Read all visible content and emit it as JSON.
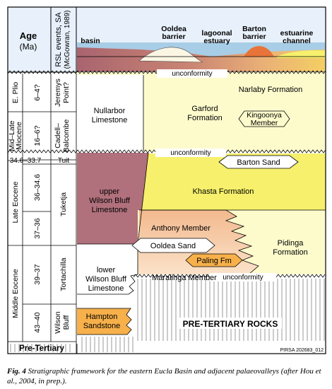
{
  "header": {
    "age_label": "Age",
    "age_unit": "(Ma)",
    "rsl_label_1": "RSL events, SA",
    "rsl_label_2": "(McGowran, 1989)",
    "env_basin": "basin",
    "env_ooldea_1": "Ooldea",
    "env_ooldea_2": "barrier",
    "env_lagoonal_1": "lagoonal",
    "env_lagoonal_2": "estuary",
    "env_barton_1": "Barton",
    "env_barton_2": "barrier",
    "env_estuarine_1": "estuarine",
    "env_estuarine_2": "channel"
  },
  "epochs": {
    "e_plio": "E. Plio",
    "mid_late_miocene_1": "Mid–Late",
    "mid_late_miocene_2": "Miocene",
    "late_eocene": "Late Eocene",
    "middle_eocene": "Middle Eocene",
    "pre_tertiary": "Pre-Tertiary"
  },
  "ages": {
    "a1": "6–4?",
    "a2": "16–6?",
    "a3": "34.6–33.7",
    "a4": "36–34.6",
    "a5": "37–36",
    "a6": "39–37",
    "a7": "43–40"
  },
  "events": {
    "jeremys_1": "Jeremys",
    "jeremys_2": "Point?",
    "cadell_1": "Cadell–",
    "cadell_2": "Balcombe",
    "tuit": "Tuit",
    "tuketja": "Tuketja",
    "tortachilla": "Tortachilla",
    "wilson_1": "Wilson",
    "wilson_2": "Bluff"
  },
  "units": {
    "unconformity": "unconformity",
    "narlaby": "Narlaby Formation",
    "nullarbor_1": "Nullarbor",
    "nullarbor_2": "Limestone",
    "garford_1": "Garford",
    "garford_2": "Formation",
    "kingoonya_1": "Kingoonya",
    "kingoonya_2": "Member",
    "barton_sand": "Barton Sand",
    "khasta": "Khasta Formation",
    "upper_wb_1": "upper",
    "upper_wb_2": "Wilson Bluff",
    "upper_wb_3": "Limestone",
    "anthony": "Anthony Member",
    "ooldea_sand": "Ooldea Sand",
    "pidinga_1": "Pidinga",
    "pidinga_2": "Formation",
    "paling": "Paling Fm",
    "lower_wb_1": "lower",
    "lower_wb_2": "Wilson Bluff",
    "lower_wb_3": "Limestone",
    "maralinga": "Maralinga Member",
    "hampton_1": "Hampton",
    "hampton_2": "Sandstone",
    "pre_tertiary_rocks": "PRE-TERTIARY ROCKS",
    "pirsa": "PIRSA 202683_012"
  },
  "caption": {
    "label": "Fig. 4",
    "text": "Stratigraphic framework for the eastern Eucla Basin and adjacent palaeovalleys (after Hou et al., 2004, in prep.)."
  },
  "colors": {
    "border": "#000000",
    "header_bg": "#e8f1fb",
    "sea": "#a8cde6",
    "basin_mauve": "#b0707c",
    "shore_tan": "#e3a56c",
    "yellow": "#f6f06c",
    "light_yellow": "#fdfbcc",
    "anthony_orange": "#f0b487",
    "maralinga_peach": "#f8d3b0",
    "hampton_orange": "#f7b04a",
    "barton_barrier": "#e8743a"
  }
}
